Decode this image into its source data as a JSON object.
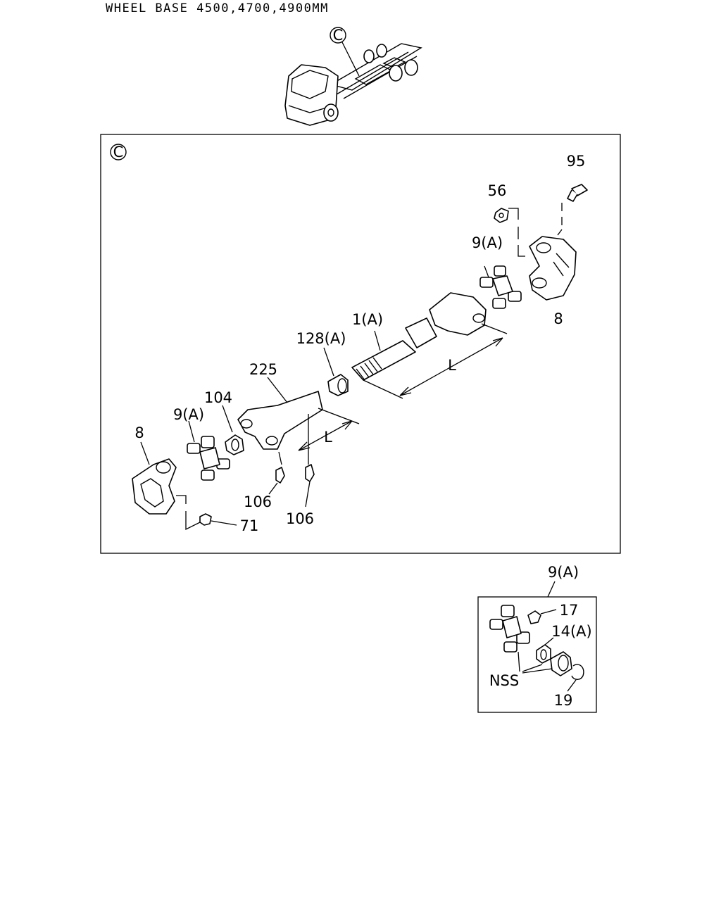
{
  "title": "WHEEL BASE 4500,4700,4900MM",
  "callout_letter": "C",
  "labels": {
    "p95": "95",
    "p56": "56",
    "p9a_top": "9(A)",
    "p8_right": "8",
    "p1a": "1(A)",
    "p128a": "128(A)",
    "p225": "225",
    "p104": "104",
    "p9a_left": "9(A)",
    "p8_left": "8",
    "p106_a": "106",
    "p106_b": "106",
    "p71": "71",
    "dim_L_upper": "L",
    "dim_L_lower": "L"
  },
  "inset": {
    "title": "9(A)",
    "p17": "17",
    "p14a": "14(A)",
    "nss": "NSS",
    "p19": "19"
  }
}
